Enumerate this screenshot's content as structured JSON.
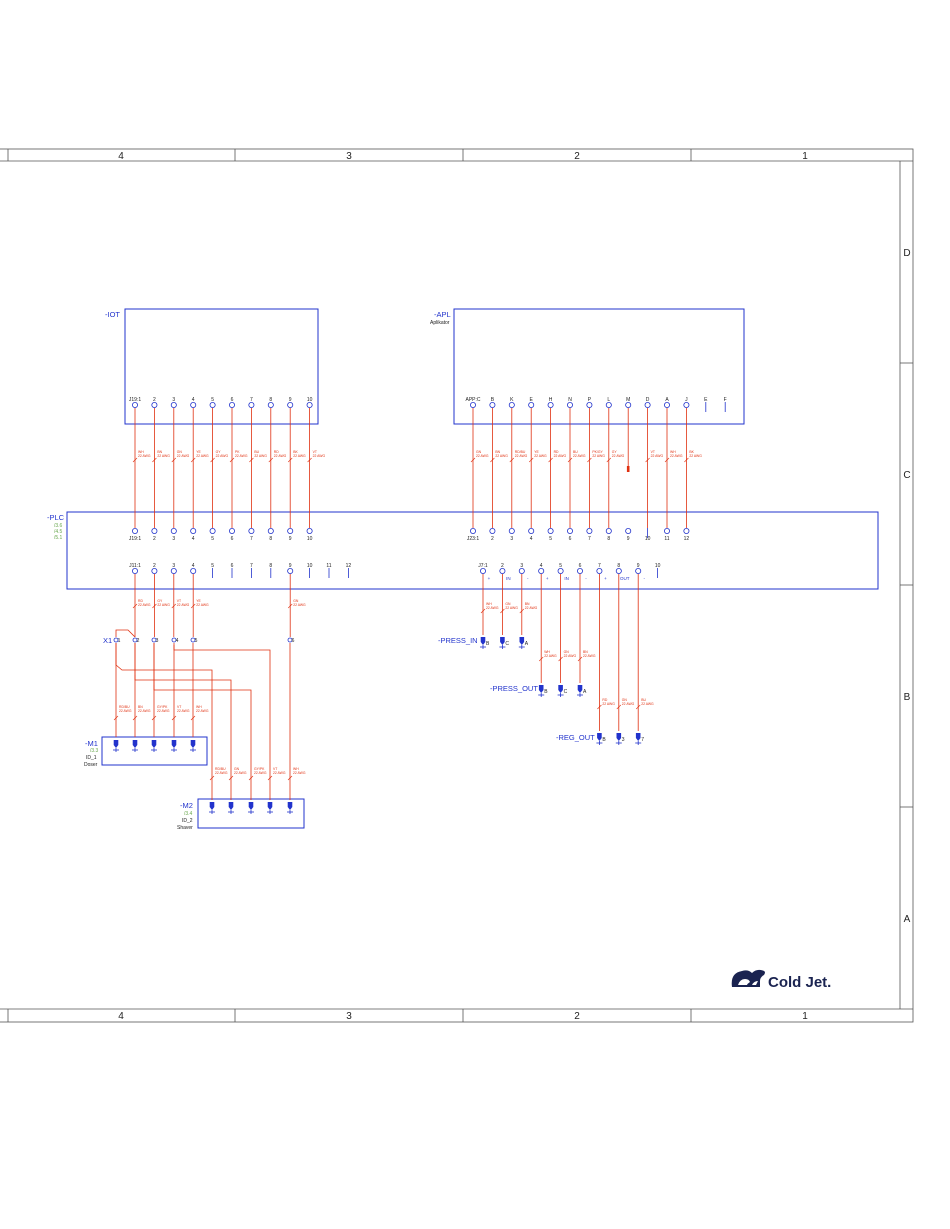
{
  "frame": {
    "columns": [
      "4",
      "3",
      "2",
      "1"
    ],
    "rows": [
      "D",
      "C",
      "B",
      "A"
    ]
  },
  "logo": {
    "text": "Cold Jet."
  },
  "components": {
    "iot": {
      "tag": "-IOT",
      "pins": [
        "J19:1",
        "2",
        "3",
        "4",
        "5",
        "6",
        "7",
        "8",
        "9",
        "10"
      ]
    },
    "apl": {
      "tag": "-APL",
      "desc": "Aplikator",
      "pins": [
        "APP:C",
        "B",
        "K",
        "E",
        "H",
        "N",
        "P",
        "L",
        "M",
        "D",
        "A",
        "J",
        "E",
        "F"
      ]
    },
    "plc": {
      "tag": "-PLC",
      "refs": [
        "/3.6",
        "/4.5",
        "/5.1"
      ],
      "top_left_pins": [
        "J19:1",
        "2",
        "3",
        "4",
        "5",
        "6",
        "7",
        "8",
        "9",
        "10"
      ],
      "top_right_pins": [
        "J23:1",
        "2",
        "3",
        "4",
        "5",
        "6",
        "7",
        "8",
        "9",
        "10",
        "11",
        "12"
      ],
      "bottom_left_pins": [
        "J11:1",
        "2",
        "3",
        "4",
        "5",
        "6",
        "7",
        "8",
        "9",
        "10",
        "11",
        "12"
      ],
      "bottom_right_pins": [
        "J7:1",
        "2",
        "3",
        "4",
        "5",
        "6",
        "7",
        "8",
        "9",
        "10"
      ],
      "bottom_right_polarity": [
        "+",
        "IN",
        "-",
        "+",
        "IN",
        "-",
        "+",
        "OUT",
        "-"
      ]
    },
    "x1": {
      "tag": "X1",
      "terms": [
        "1",
        "2",
        "3",
        "4",
        "5",
        "6"
      ]
    },
    "m1": {
      "tag": "-M1",
      "ref": "/3.3",
      "id": "ID_1",
      "desc": "Doser"
    },
    "m2": {
      "tag": "-M2",
      "ref": "/3.4",
      "id": "ID_2",
      "desc": "Shaver"
    },
    "press_in": {
      "tag": "-PRESS_IN",
      "pins": [
        "B",
        "C",
        "A"
      ]
    },
    "press_out": {
      "tag": "-PRESS_OUT",
      "pins": [
        "B",
        "C",
        "A"
      ]
    },
    "reg_out": {
      "tag": "-REG_OUT",
      "pins": [
        "B",
        "3",
        "7"
      ]
    }
  },
  "wires": {
    "gauge": "22 AWG",
    "iot_plc": [
      "WH",
      "BN",
      "GN",
      "YE",
      "GY",
      "PK",
      "BU",
      "RD",
      "BK",
      "VT"
    ],
    "apl_plc": [
      "GN",
      "BN",
      "RD/BU",
      "YE",
      "RD",
      "BU",
      "PK/GY",
      "GY",
      "VT",
      "WH",
      "BK"
    ],
    "plc_x1": [
      "RD",
      "GY",
      "VT",
      "YE"
    ],
    "plc_x1_6": "GN",
    "x1_m1": [
      "RD/BU",
      "BN",
      "GY/PK",
      "VT",
      "WH"
    ],
    "x1_m2": [
      "RD/BU",
      "GN",
      "GY/PK",
      "VT",
      "WH"
    ],
    "press_in": [
      "WH",
      "GN",
      "BN"
    ],
    "press_out": [
      "WH",
      "GN",
      "BN"
    ],
    "reg_out": [
      "RD",
      "GN",
      "BU"
    ]
  }
}
